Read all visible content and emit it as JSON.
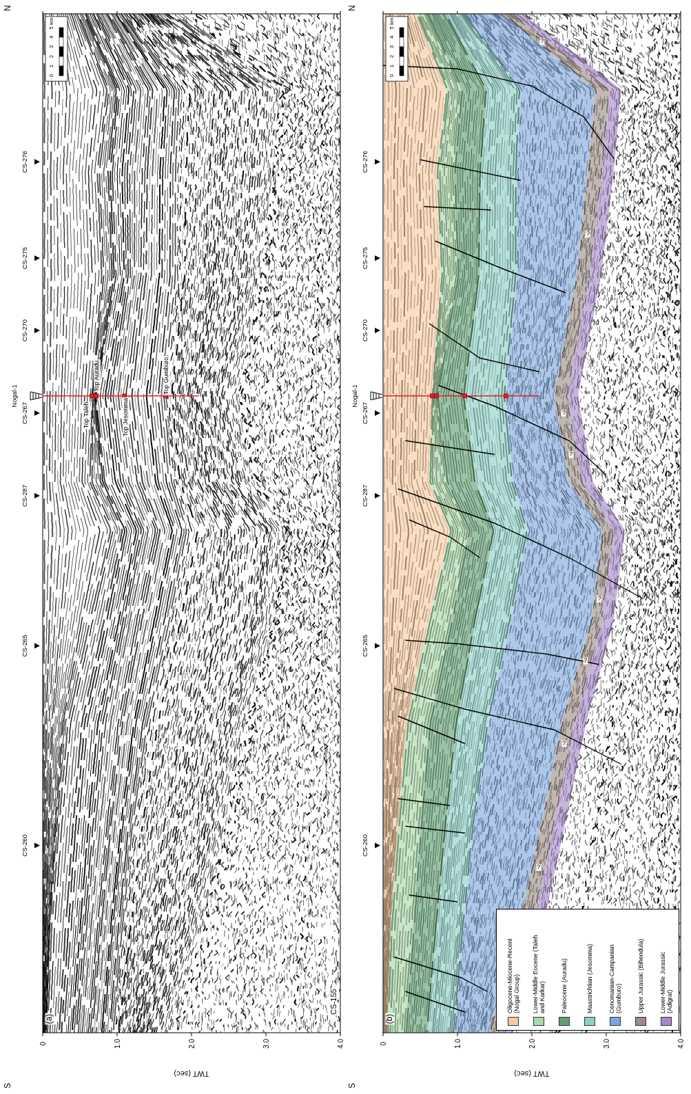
{
  "diagram": {
    "labels": [
      "N",
      "S",
      "N",
      "S",
      "(a)",
      "(b)",
      "CS-155",
      "CS-276",
      "CS-275",
      "CS-270",
      "CS-267",
      "CS-287",
      "CS-265",
      "CS-260",
      "Nogal-1",
      "CS-276",
      "CS-275",
      "CS-270",
      "CS-267",
      "CS-287",
      "CS-265",
      "CS-260",
      "Nogal-1",
      "Top Taleh",
      "Top Auradu",
      "Top Jesomma",
      "Top Gumburo",
      "0",
      "1.0",
      "2.0",
      "3.0",
      "4.0",
      "TWT (sec)",
      "0",
      "1.0",
      "2.0",
      "3.0",
      "4.0",
      "TWT (sec)",
      "0",
      "1",
      "2",
      "3",
      "4",
      "5 km",
      "0",
      "1",
      "2",
      "3",
      "4",
      "5 km",
      "?",
      "?",
      "?",
      "?",
      "?",
      "?",
      "?",
      "?"
    ],
    "legend": [
      {
        "text": "Oligocene-Miocene-Recent (Nogal Group)",
        "color": "#f6c9a0"
      },
      {
        "text": "Lower-Middle Eocene (Taleh and Karkar)",
        "color": "#a8d9a6"
      },
      {
        "text": "Paleocene (Auradu)",
        "color": "#5f9e72"
      },
      {
        "text": "Maastrichtian (Jesomma)",
        "color": "#8ecfc6"
      },
      {
        "text": "Cenomanian-Campanian (Gumburo)",
        "color": "#7ea6dc"
      },
      {
        "text": "Upper Jurassic (Bihendula)",
        "color": "#9b8c86"
      },
      {
        "text": "Lower-Middle Jurassic (Adigrat)",
        "color": "#a688c9"
      }
    ]
  }
}
